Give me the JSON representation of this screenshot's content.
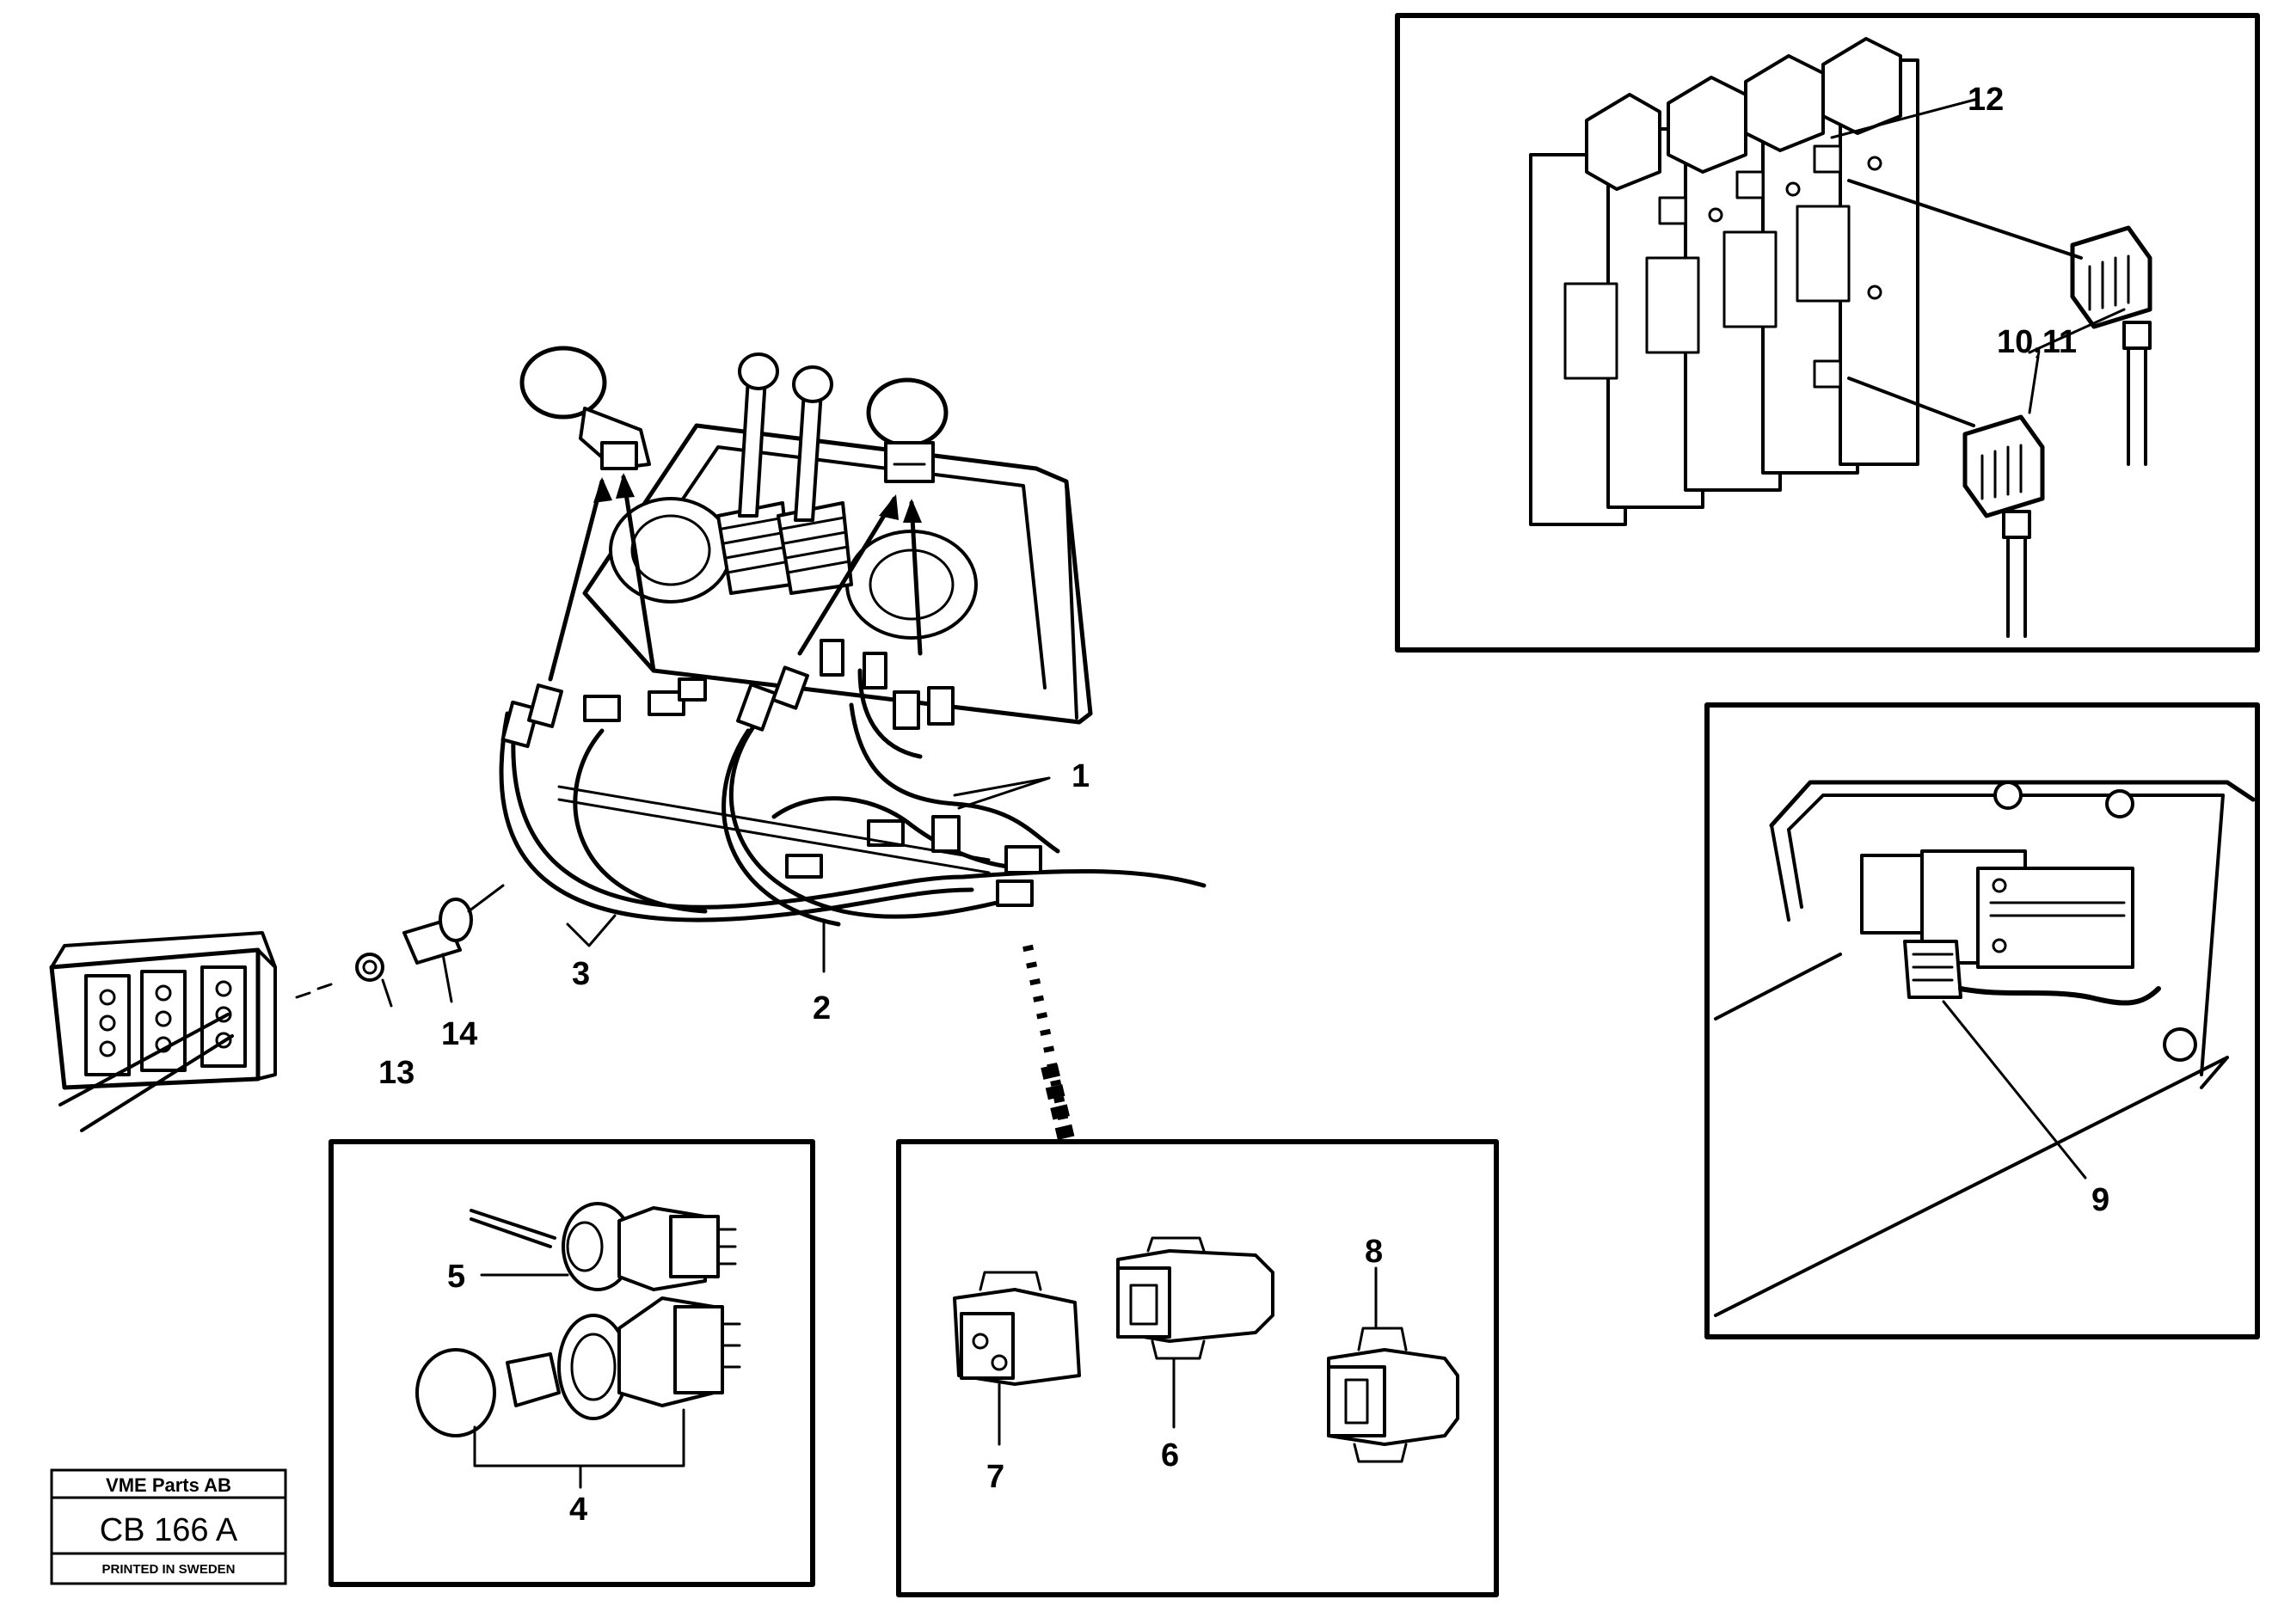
{
  "callouts": {
    "c1": "1",
    "c2": "2",
    "c3": "3",
    "c4": "4",
    "c5": "5",
    "c6": "6",
    "c7": "7",
    "c8": "8",
    "c9": "9",
    "c10_11": "10,11",
    "c12": "12",
    "c13": "13",
    "c14": "14"
  },
  "stamp": {
    "company": "VME Parts AB",
    "code": "CB 166 A",
    "printed": "PRINTED IN SWEDEN"
  },
  "icons": [
    "control-panel",
    "joystick",
    "lever",
    "wire-harness",
    "connector",
    "switch",
    "valve-block",
    "solenoid-plug",
    "terminal-strip"
  ]
}
